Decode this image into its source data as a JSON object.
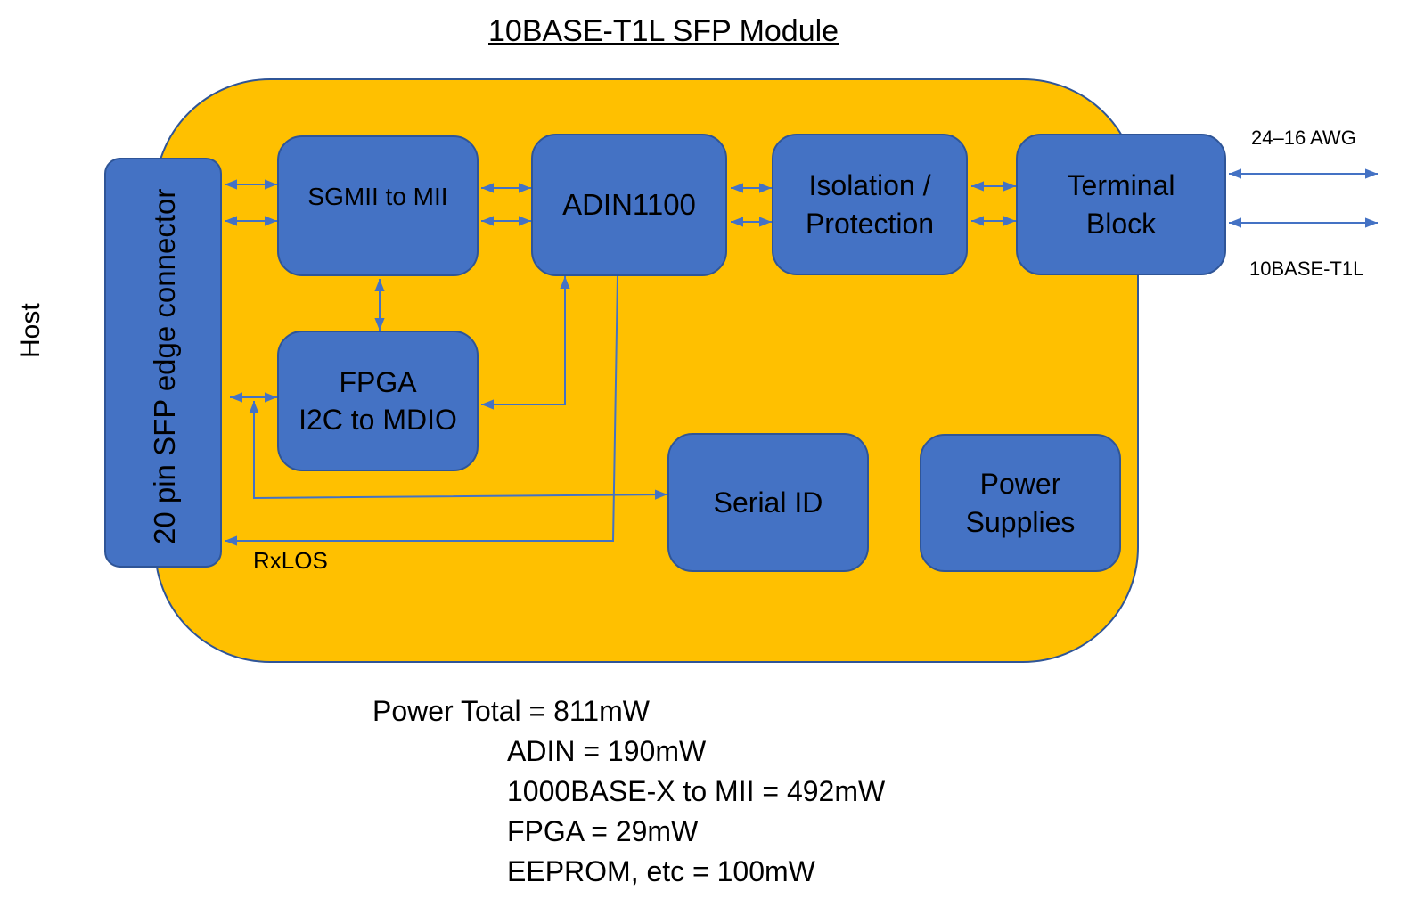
{
  "title": "10BASE-T1L SFP Module",
  "host_label": "Host",
  "edge_connector": "20 pin SFP edge connector",
  "blocks": {
    "sgmii": "SGMII to MII",
    "adin": "ADIN1100",
    "isolation": "Isolation /\nProtection",
    "terminal": "Terminal\nBlock",
    "fpga": "FPGA\nI2C to MDIO",
    "serial_id": "Serial ID",
    "power_supplies": "Power\nSupplies"
  },
  "signals": {
    "rxlos": "RxLOS",
    "awg": "24–16 AWG",
    "t1l": "10BASE-T1L"
  },
  "power": {
    "total": "Power Total = 811mW",
    "items": [
      "ADIN = 190mW",
      "1000BASE-X to MII = 492mW",
      "FPGA = 29mW",
      "EEPROM, etc = 100mW"
    ]
  },
  "colors": {
    "module_fill": "#ffc000",
    "block_fill": "#4472c4",
    "wire": "#4472c4",
    "border": "#2f5597"
  }
}
